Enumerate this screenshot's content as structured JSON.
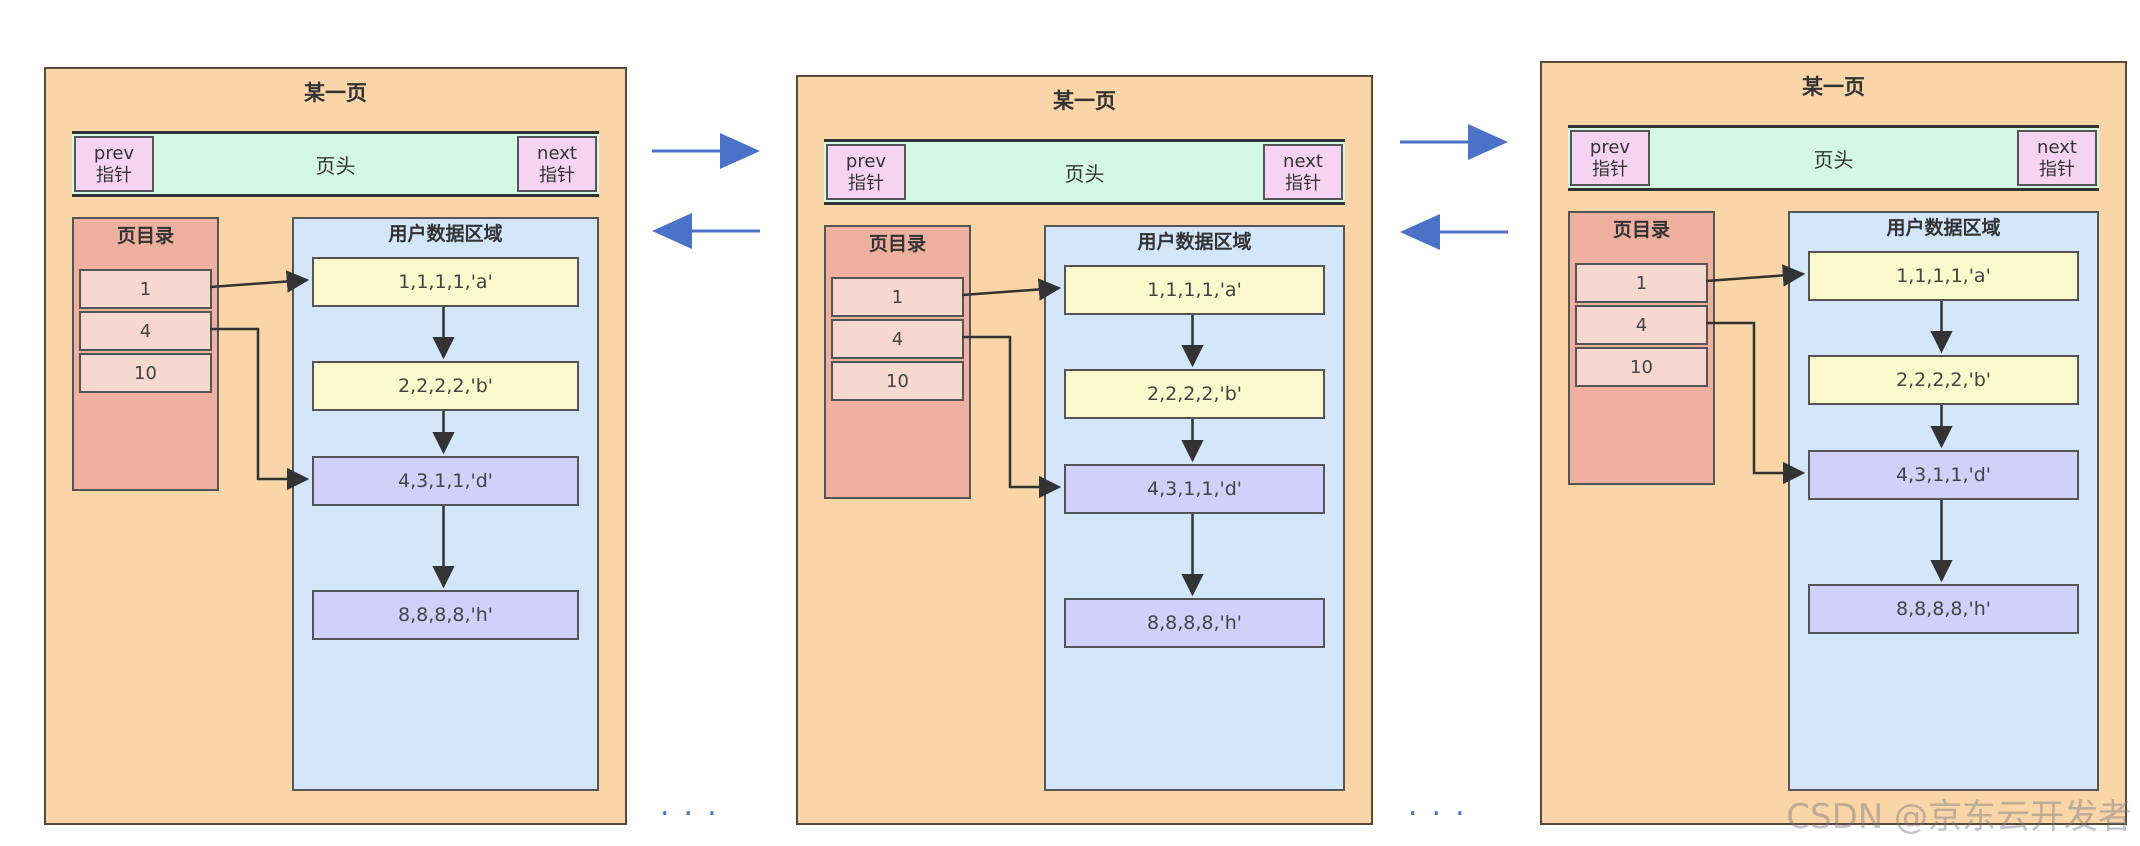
{
  "pages": [
    {
      "title": "某一页",
      "header": {
        "label": "页头",
        "prev": {
          "line1": "prev",
          "line2": "指针"
        },
        "next": {
          "line1": "next",
          "line2": "指针"
        }
      },
      "directory": {
        "title": "页目录",
        "slots": [
          "1",
          "4",
          "10"
        ]
      },
      "user_area": {
        "title": "用户数据区域",
        "records": [
          "1,1,1,1,'a'",
          "2,2,2,2,'b'",
          "4,3,1,1,'d'",
          "8,8,8,8,'h'"
        ]
      }
    },
    {
      "title": "某一页",
      "header": {
        "label": "页头",
        "prev": {
          "line1": "prev",
          "line2": "指针"
        },
        "next": {
          "line1": "next",
          "line2": "指针"
        }
      },
      "directory": {
        "title": "页目录",
        "slots": [
          "1",
          "4",
          "10"
        ]
      },
      "user_area": {
        "title": "用户数据区域",
        "records": [
          "1,1,1,1,'a'",
          "2,2,2,2,'b'",
          "4,3,1,1,'d'",
          "8,8,8,8,'h'"
        ]
      }
    },
    {
      "title": "某一页",
      "header": {
        "label": "页头",
        "prev": {
          "line1": "prev",
          "line2": "指针"
        },
        "next": {
          "line1": "next",
          "line2": "指针"
        }
      },
      "directory": {
        "title": "页目录",
        "slots": [
          "1",
          "4",
          "10"
        ]
      },
      "user_area": {
        "title": "用户数据区域",
        "records": [
          "1,1,1,1,'a'",
          "2,2,2,2,'b'",
          "4,3,1,1,'d'",
          "8,8,8,8,'h'"
        ]
      }
    }
  ],
  "ellipsis": "...",
  "watermark": "CSDN @京东云开发者",
  "colors": {
    "link_arrow": "#4a72c8",
    "connector": "#333333"
  }
}
